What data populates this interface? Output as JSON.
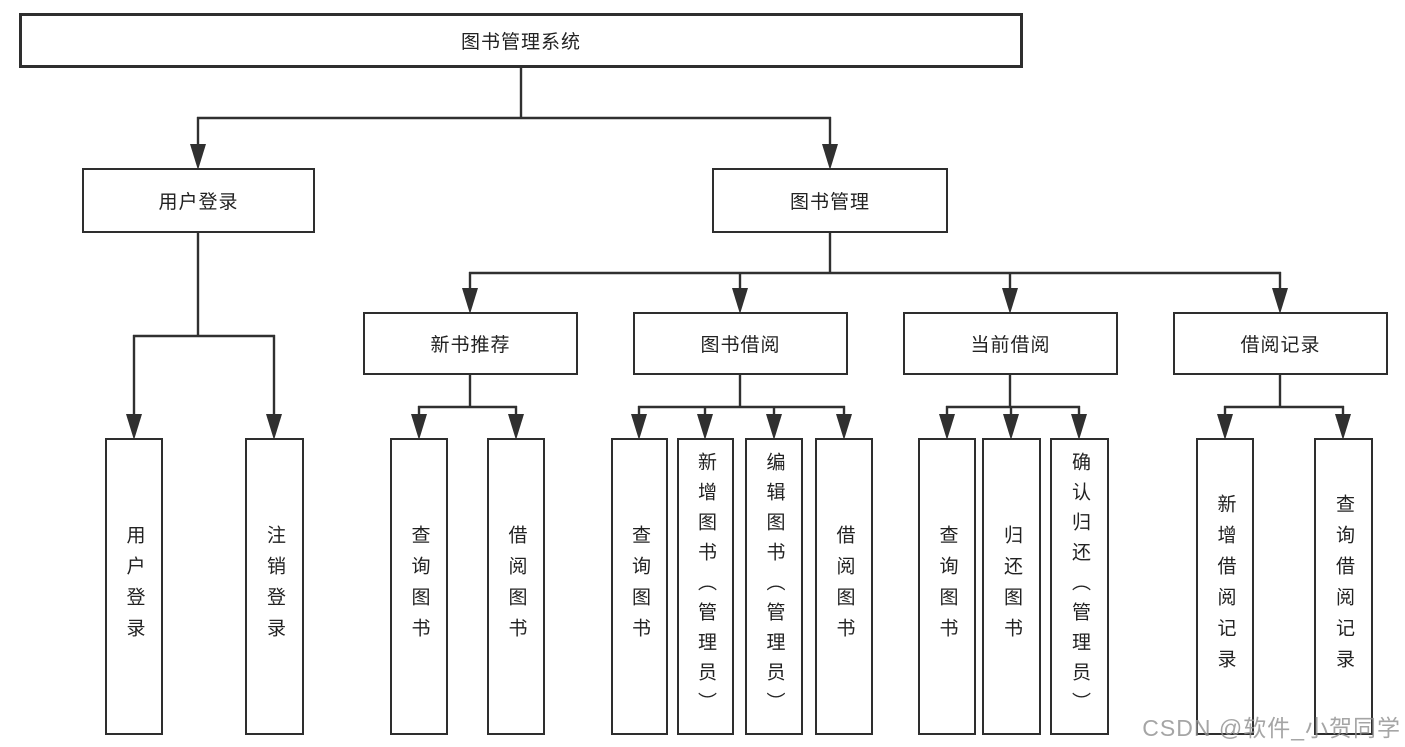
{
  "tree": {
    "root": {
      "label": "图书管理系统",
      "children": [
        {
          "label": "用户登录",
          "children": [
            {
              "label": "用户登录"
            },
            {
              "label": "注销登录"
            }
          ]
        },
        {
          "label": "图书管理",
          "children": [
            {
              "label": "新书推荐",
              "children": [
                {
                  "label": "查询图书"
                },
                {
                  "label": "借阅图书"
                }
              ]
            },
            {
              "label": "图书借阅",
              "children": [
                {
                  "label": "查询图书"
                },
                {
                  "label": "新增图书（管理员）"
                },
                {
                  "label": "编辑图书（管理员）"
                },
                {
                  "label": "借阅图书"
                }
              ]
            },
            {
              "label": "当前借阅",
              "children": [
                {
                  "label": "查询图书"
                },
                {
                  "label": "归还图书"
                },
                {
                  "label": "确认归还（管理员）"
                }
              ]
            },
            {
              "label": "借阅记录",
              "children": [
                {
                  "label": "新增借阅记录"
                },
                {
                  "label": "查询借阅记录"
                }
              ]
            }
          ]
        }
      ]
    }
  },
  "watermark": {
    "text": "CSDN @软件_小贺同学"
  },
  "colors": {
    "line": "#303030",
    "box_border": "#2e2e2e",
    "box_fill": "#ffffff",
    "text": "#222222",
    "watermark": "#919191"
  }
}
